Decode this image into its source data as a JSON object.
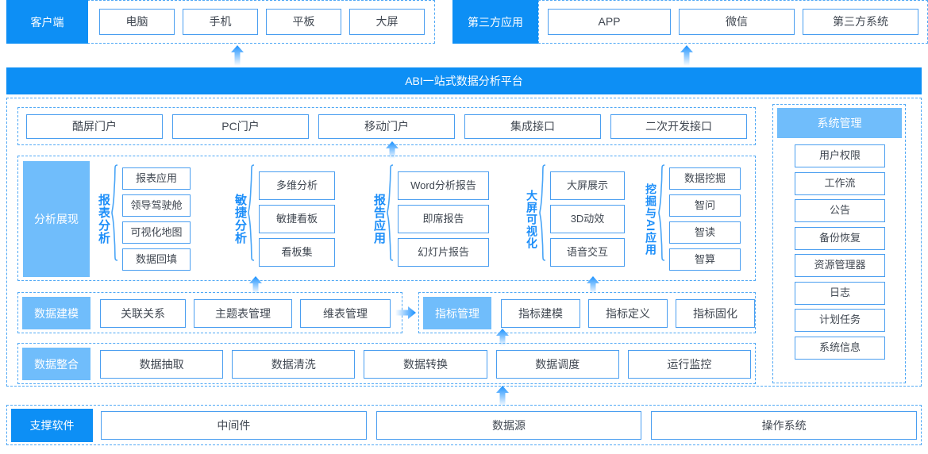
{
  "top": {
    "client": {
      "label": "客户端",
      "items": [
        "电脑",
        "手机",
        "平板",
        "大屏"
      ]
    },
    "third_party": {
      "label": "第三方应用",
      "items": [
        "APP",
        "微信",
        "第三方系统"
      ]
    }
  },
  "platform": {
    "title": "ABI一站式数据分析平台"
  },
  "portal": {
    "items": [
      "酷屏门户",
      "PC门户",
      "移动门户",
      "集成接口",
      "二次开发接口"
    ]
  },
  "analysis": {
    "category": "分析展现",
    "groups": [
      {
        "label": "报表分析",
        "items": [
          "报表应用",
          "领导驾驶舱",
          "可视化地图",
          "数据回填"
        ]
      },
      {
        "label": "敏捷分析",
        "items": [
          "多维分析",
          "敏捷看板",
          "看板集"
        ]
      },
      {
        "label": "报告应用",
        "items": [
          "Word分析报告",
          "即席报告",
          "幻灯片报告"
        ]
      },
      {
        "label": "大屏可视化",
        "items": [
          "大屏展示",
          "3D动效",
          "语音交互"
        ]
      },
      {
        "label": "挖掘与AI应用",
        "items": [
          "数据挖掘",
          "智问",
          "智读",
          "智算"
        ]
      }
    ]
  },
  "modeling": {
    "category": "数据建模",
    "items": [
      "关联关系",
      "主题表管理",
      "维表管理"
    ],
    "metric_category": "指标管理",
    "metric_items": [
      "指标建模",
      "指标定义",
      "指标固化"
    ]
  },
  "integration": {
    "category": "数据整合",
    "items": [
      "数据抽取",
      "数据清洗",
      "数据转换",
      "数据调度",
      "运行监控"
    ]
  },
  "sysadmin": {
    "title": "系统管理",
    "items": [
      "用户权限",
      "工作流",
      "公告",
      "备份恢复",
      "资源管理器",
      "日志",
      "计划任务",
      "系统信息"
    ]
  },
  "support": {
    "category": "支撑软件",
    "items": [
      "中间件",
      "数据源",
      "操作系统"
    ]
  },
  "colors": {
    "primary_blue": "#0d8ff5",
    "soft_blue": "#70bdfb",
    "border_blue": "#4a9ef0",
    "dash_blue": "#4fa8f5",
    "text_dark": "#404751",
    "label_blue": "#1c8ef9"
  },
  "icons": {
    "arrow_up": "arrow-up-icon",
    "arrow_right": "arrow-right-icon",
    "brace": "brace-icon"
  }
}
